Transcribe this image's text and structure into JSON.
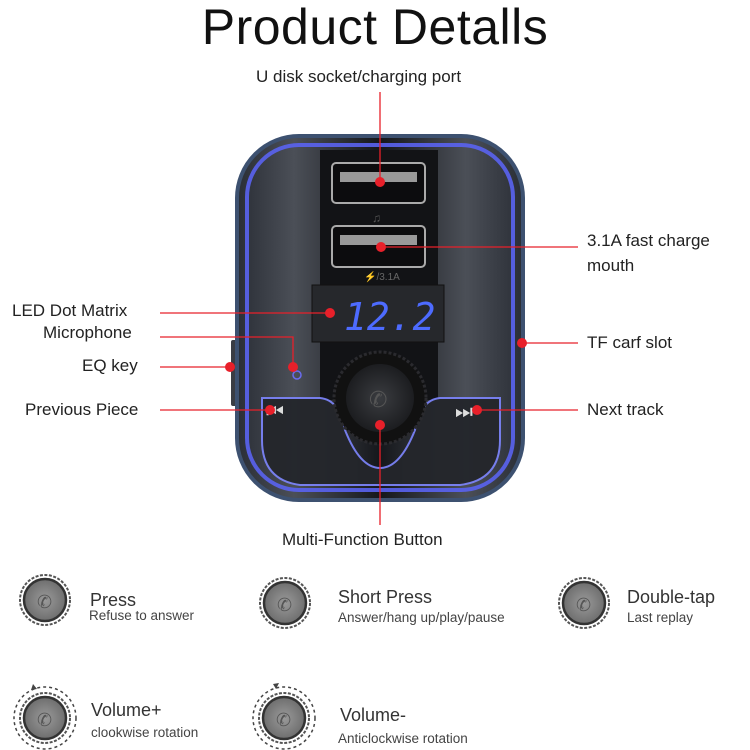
{
  "title": "Product Detalls",
  "device": {
    "display_value": "12.2",
    "port_music_glyph": "♫",
    "port_power_marking": "⚡/3.1A",
    "display_color": "#3f5cff",
    "ring_color": "#5a63f0",
    "callout_color": "#e8202a"
  },
  "callouts": {
    "usb_port": "U disk socket/charging port",
    "fast_charge_line1": "3.1A fast charge",
    "fast_charge_line2": "mouth",
    "led": "LED Dot Matrix",
    "microphone": "Microphone",
    "eq": "EQ key",
    "tf": "TF carf slot",
    "previous": "Previous Piece",
    "next": "Next track",
    "multi": "Multi-Function Button"
  },
  "operations": [
    {
      "title": "Press",
      "desc": "Refuse to answer",
      "icon": "phone-knob-icon"
    },
    {
      "title": "Short Press",
      "desc": "Answer/hang up/play/pause",
      "icon": "phone-knob-icon"
    },
    {
      "title": "Double-tap",
      "desc": "Last replay",
      "icon": "phone-knob-icon"
    },
    {
      "title": "Volume+",
      "desc": "clookwise rotation",
      "icon": "rotate-clockwise-knob-icon"
    },
    {
      "title": "Volume-",
      "desc": "Anticlockwise rotation",
      "icon": "rotate-anticlockwise-knob-icon"
    }
  ]
}
